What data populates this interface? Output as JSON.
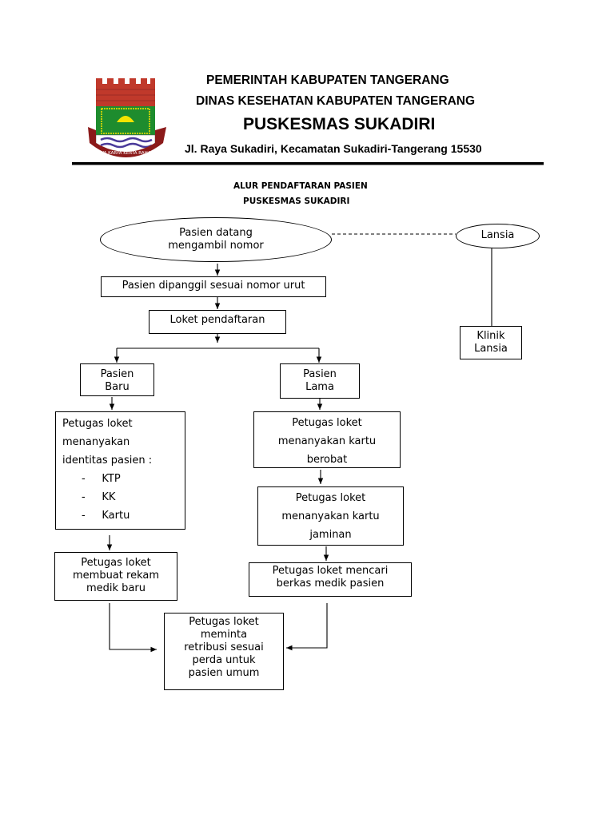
{
  "letterhead": {
    "line1": "PEMERINTAH KABUPATEN TANGERANG",
    "line2": "DINAS KESEHATAN KABUPATEN TANGERANG",
    "line3": "PUSKESMAS SUKADIRI",
    "address": "Jl. Raya Sukadiri, Kecamatan Sukadiri-Tangerang 15530",
    "logo_motto": "SATYA KARYA KERTA RAHARJA"
  },
  "title": {
    "line1": "ALUR PENDAFTARAN PASIEN",
    "line2": "PUSKESMAS SUKADIRI"
  },
  "flow": {
    "start": {
      "line1": "Pasien datang",
      "line2": "mengambil nomor"
    },
    "lansia": "Lansia",
    "klinik_lansia": {
      "line1": "Klinik",
      "line2": "Lansia"
    },
    "dipanggil": "Pasien dipanggil sesuai nomor urut",
    "loket": "Loket pendaftaran",
    "baru": {
      "line1": "Pasien",
      "line2": "Baru"
    },
    "lama": {
      "line1": "Pasien",
      "line2": "Lama"
    },
    "identitas": {
      "line1": "Petugas loket",
      "line2": "menanyakan",
      "line3": "identitas pasien :",
      "items": [
        "KTP",
        "KK",
        "Kartu"
      ]
    },
    "rekam": {
      "line1": "Petugas loket",
      "line2": "membuat rekam",
      "line3": "medik baru"
    },
    "kartu_berobat": {
      "line1": "Petugas loket",
      "line2": "menanyakan kartu",
      "line3": "berobat"
    },
    "kartu_jaminan": {
      "line1": "Petugas loket",
      "line2": "menanyakan kartu",
      "line3": "jaminan"
    },
    "berkas": {
      "line1": "Petugas loket mencari",
      "line2": "berkas medik pasien"
    },
    "retribusi": {
      "line1": "Petugas loket",
      "line2": "meminta",
      "line3": "retribusi sesuai",
      "line4": "perda untuk",
      "line5": "pasien umum"
    }
  },
  "colors": {
    "logo_red": "#c0392b",
    "logo_green": "#1e8c2e",
    "logo_yellow": "#f5e400",
    "logo_maroon": "#8b1a1a",
    "logo_wave": "#4a3a9a"
  }
}
